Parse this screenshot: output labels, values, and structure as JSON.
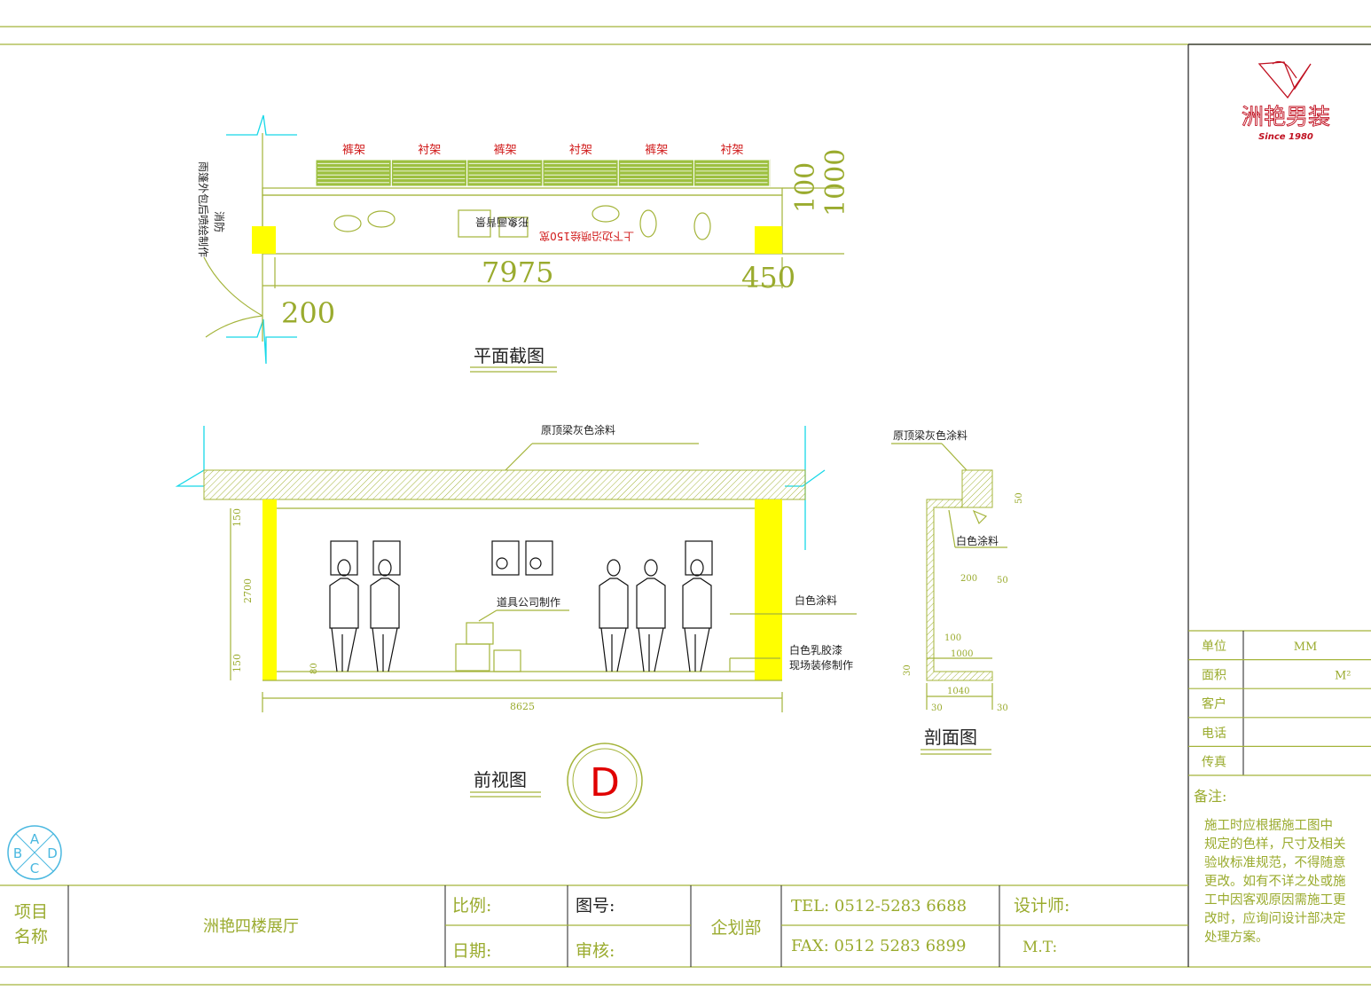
{
  "colors": {
    "line": "#a4b43a",
    "column": "#ffff00",
    "accent_red": "#d01818",
    "wall_break": "#18d8e8"
  },
  "plan": {
    "rack_labels": [
      "裤架",
      "衬架",
      "裤架",
      "衬架",
      "裤架",
      "衬架"
    ],
    "dim_100": "100",
    "dim_1000": "1000",
    "dim_7975": "7975",
    "dim_450": "450",
    "dim_200": "200",
    "side_note_1": "消防",
    "side_note_2": "雨篷外包后喷绘制作",
    "center_note": "形象画背景",
    "red_note": "上下边沿喷绘150宽",
    "title": "平面截图"
  },
  "front": {
    "ceiling_note": "原顶梁灰色涂料",
    "dim_top": "150",
    "dim_height": "2700",
    "dim_bottom": "150",
    "dim_80": "80",
    "props_note": "道具公司制作",
    "wall_note": "白色涂料",
    "base_note_1": "白色乳胶漆",
    "base_note_2": "现场装修制作",
    "dim_width": "8625",
    "title": "前视图",
    "marker": "D"
  },
  "section": {
    "ceiling_note": "原顶梁灰色涂料",
    "dim_50_top": "50",
    "wall_note": "白色涂料",
    "dim_200": "200",
    "dim_50": "50",
    "dim_100": "100",
    "dim_1000": "1000",
    "dim_30_side": "30",
    "dim_1040": "1040",
    "dim_30_left": "30",
    "dim_30_right": "30",
    "title": "剖面图"
  },
  "compass": {
    "a": "A",
    "b": "B",
    "c": "C",
    "d": "D"
  },
  "logo": {
    "brand": "洲艳男装",
    "tagline": "Since 1980"
  },
  "info_table": [
    {
      "label": "单位",
      "value": "MM"
    },
    {
      "label": "面积",
      "value": "M²"
    },
    {
      "label": "客户",
      "value": ""
    },
    {
      "label": "电话",
      "value": ""
    },
    {
      "label": "传真",
      "value": ""
    }
  ],
  "remarks": {
    "label": "备注:",
    "lines": [
      "施工时应根据施工图中",
      "规定的色样，尺寸及相关",
      "验收标准规范，不得随意",
      "更改。如有不详之处或施",
      "工中因客观原因需施工更",
      "改时，应询问设计部决定",
      "处理方案。"
    ]
  },
  "title_block": {
    "project_label_1": "项目",
    "project_label_2": "名称",
    "project_name": "洲艳四楼展厅",
    "scale_label": "比例:",
    "drawing_no_label": "图号:",
    "date_label": "日期:",
    "review_label": "审核:",
    "department": "企划部",
    "tel": "TEL: 0512-5283 6688",
    "fax": "FAX: 0512 5283 6899",
    "designer_label": "设计师:",
    "mt_label": "M.T:"
  }
}
